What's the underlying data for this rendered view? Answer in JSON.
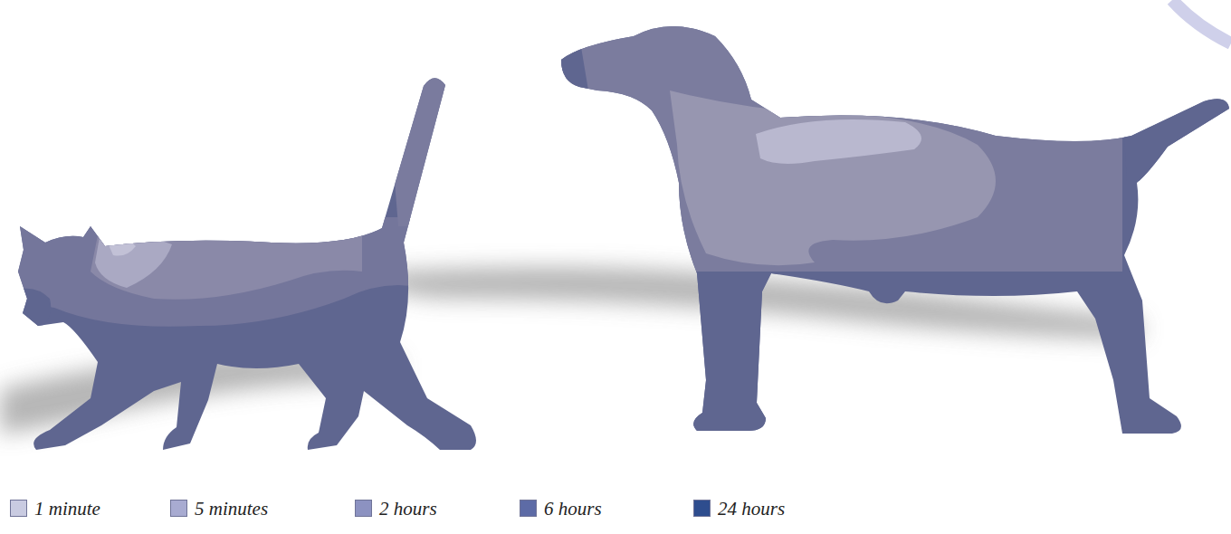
{
  "diagram": {
    "legend": [
      {
        "text": "1 minute",
        "color": "#c9cbe1"
      },
      {
        "text": "5 minutes",
        "color": "#a8abd1"
      },
      {
        "text": "2 hours",
        "color": "#8c92c1"
      },
      {
        "text": "6 hours",
        "color": "#5d6ba6"
      },
      {
        "text": "24 hours",
        "color": "#2e4d8e"
      }
    ]
  }
}
